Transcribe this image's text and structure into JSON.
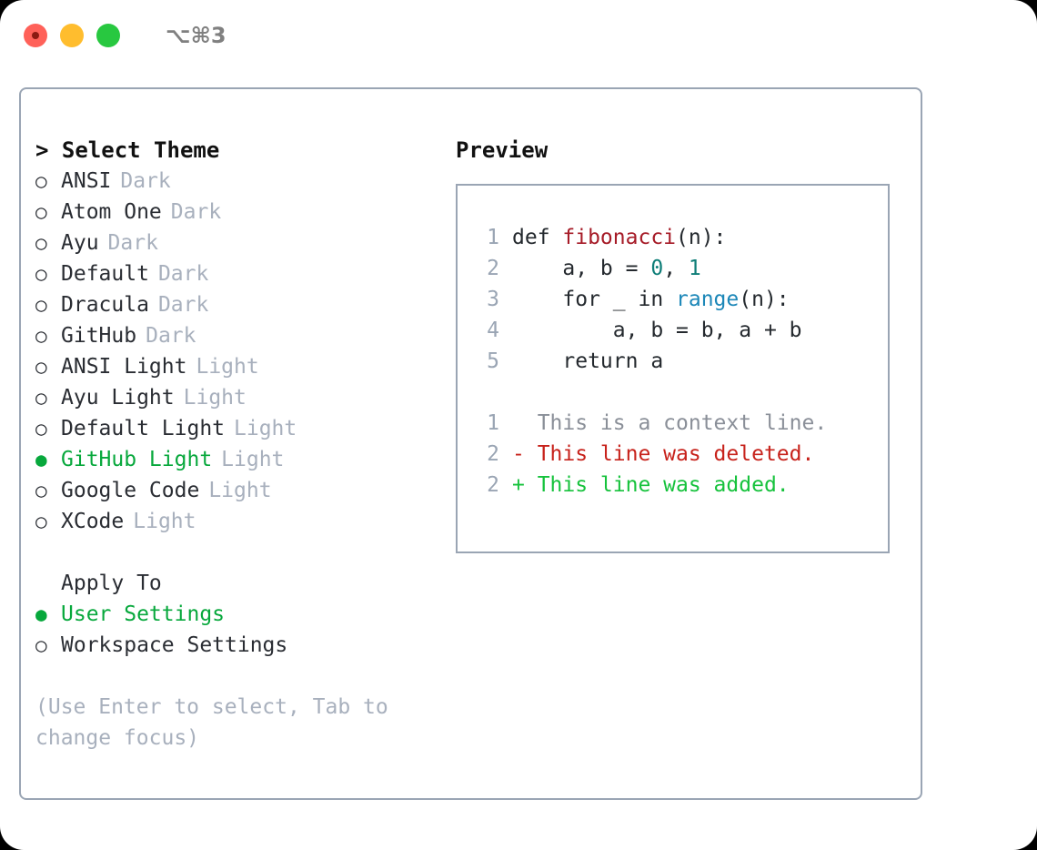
{
  "titlebar": {
    "shortcut": "⌥⌘3",
    "buttons": [
      {
        "name": "close",
        "color": "#ff6159"
      },
      {
        "name": "minimize",
        "color": "#ffbd2e"
      },
      {
        "name": "maximize",
        "color": "#28c840"
      }
    ]
  },
  "colors": {
    "accent_green": "#07a83c",
    "muted": "#a8b0bd",
    "border": "#9aa5b4",
    "text": "#2a2d33",
    "diff_add": "#16c23c",
    "diff_del": "#c7221b",
    "syntax_function": "#a61b27",
    "syntax_number": "#0f7e78",
    "syntax_call": "#1c87b8"
  },
  "theme_picker": {
    "heading": "> Select Theme",
    "items": [
      {
        "marker": "○",
        "name": "ANSI",
        "suffix": "Dark",
        "selected": false
      },
      {
        "marker": "○",
        "name": "Atom One",
        "suffix": "Dark",
        "selected": false
      },
      {
        "marker": "○",
        "name": "Ayu",
        "suffix": "Dark",
        "selected": false
      },
      {
        "marker": "○",
        "name": "Default",
        "suffix": "Dark",
        "selected": false
      },
      {
        "marker": "○",
        "name": "Dracula",
        "suffix": "Dark",
        "selected": false
      },
      {
        "marker": "○",
        "name": "GitHub",
        "suffix": "Dark",
        "selected": false
      },
      {
        "marker": "○",
        "name": "ANSI Light",
        "suffix": "Light",
        "selected": false
      },
      {
        "marker": "○",
        "name": "Ayu Light",
        "suffix": "Light",
        "selected": false
      },
      {
        "marker": "○",
        "name": "Default Light",
        "suffix": "Light",
        "selected": false
      },
      {
        "marker": "●",
        "name": "GitHub Light",
        "suffix": "Light",
        "selected": true
      },
      {
        "marker": "○",
        "name": "Google Code",
        "suffix": "Light",
        "selected": false
      },
      {
        "marker": "○",
        "name": "XCode",
        "suffix": "Light",
        "selected": false
      }
    ]
  },
  "apply_to": {
    "heading": "Apply To",
    "items": [
      {
        "marker": "●",
        "name": "User Settings",
        "selected": true
      },
      {
        "marker": "○",
        "name": "Workspace Settings",
        "selected": false
      }
    ]
  },
  "help_text": "(Use Enter to select, Tab to change focus)",
  "preview": {
    "heading": "Preview",
    "code_lines": [
      {
        "no": "1",
        "tokens": [
          {
            "t": "def ",
            "c": "plain"
          },
          {
            "t": "fibonacci",
            "c": "fn"
          },
          {
            "t": "(n):",
            "c": "plain"
          }
        ]
      },
      {
        "no": "2",
        "tokens": [
          {
            "t": "    a, b = ",
            "c": "plain"
          },
          {
            "t": "0",
            "c": "num"
          },
          {
            "t": ", ",
            "c": "plain"
          },
          {
            "t": "1",
            "c": "num"
          }
        ]
      },
      {
        "no": "3",
        "tokens": [
          {
            "t": "    for _ in ",
            "c": "plain"
          },
          {
            "t": "range",
            "c": "call"
          },
          {
            "t": "(n):",
            "c": "plain"
          }
        ]
      },
      {
        "no": "4",
        "tokens": [
          {
            "t": "        a, b = b, a + b",
            "c": "plain"
          }
        ]
      },
      {
        "no": "5",
        "tokens": [
          {
            "t": "    return a",
            "c": "plain"
          }
        ]
      }
    ],
    "diff_lines": [
      {
        "no": "1",
        "tokens": [
          {
            "t": "  This is a context line.",
            "c": "ctx"
          }
        ]
      },
      {
        "no": "2",
        "tokens": [
          {
            "t": "- This line was deleted.",
            "c": "del"
          }
        ]
      },
      {
        "no": "2",
        "tokens": [
          {
            "t": "+ This line was added.",
            "c": "add"
          }
        ]
      }
    ]
  }
}
